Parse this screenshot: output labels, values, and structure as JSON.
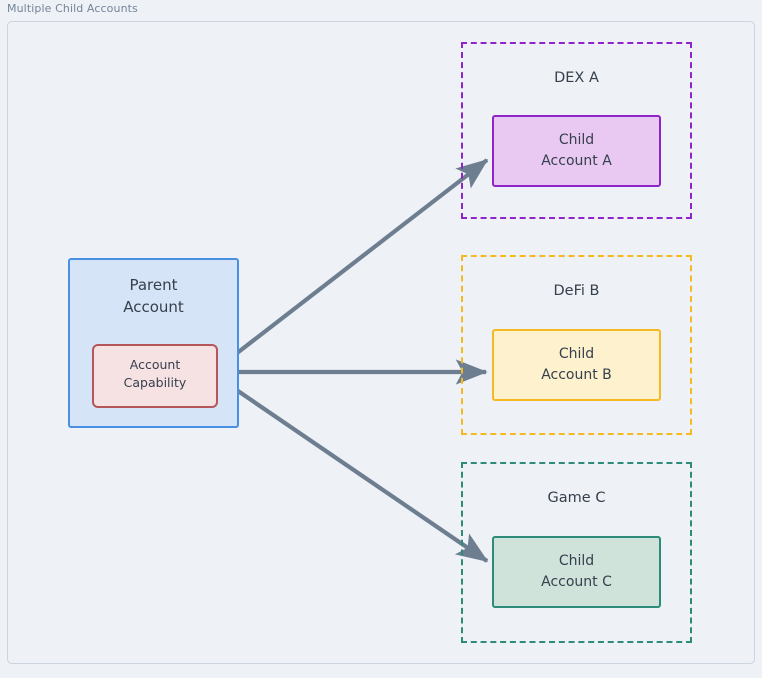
{
  "frame": {
    "title": "Multiple Child Accounts",
    "border_color": "#ccd5e0",
    "background": "#eef1f5"
  },
  "diagram": {
    "type": "node-link-diagram",
    "parent": {
      "label": "Parent\nAccount",
      "fill": "#d6e4f7",
      "stroke": "#4a90e2",
      "capability": {
        "label": "Account\nCapability",
        "fill": "#f6e2e2",
        "stroke": "#b5565a"
      }
    },
    "groups": [
      {
        "id": "dex-a",
        "title": "DEX A",
        "stroke": "#8e24c9",
        "child": {
          "label": "Child\nAccount A",
          "fill": "#e9c9f2",
          "stroke": "#8e24c9"
        }
      },
      {
        "id": "defi-b",
        "title": "DeFi B",
        "stroke": "#f5b922",
        "child": {
          "label": "Child\nAccount B",
          "fill": "#fdf1ce",
          "stroke": "#f5b922"
        }
      },
      {
        "id": "game-c",
        "title": "Game C",
        "stroke": "#2e8b79",
        "child": {
          "label": "Child\nAccount C",
          "fill": "#cfe3db",
          "stroke": "#2e8b79"
        }
      }
    ],
    "connections": [
      {
        "id": "to-child-a",
        "from": "account-capability",
        "to": "child-account-a",
        "color": "#6d7e90"
      },
      {
        "id": "to-child-b",
        "from": "account-capability",
        "to": "child-account-b",
        "color": "#6d7e90"
      },
      {
        "id": "to-child-c",
        "from": "account-capability",
        "to": "child-account-c",
        "color": "#6d7e90"
      }
    ]
  }
}
